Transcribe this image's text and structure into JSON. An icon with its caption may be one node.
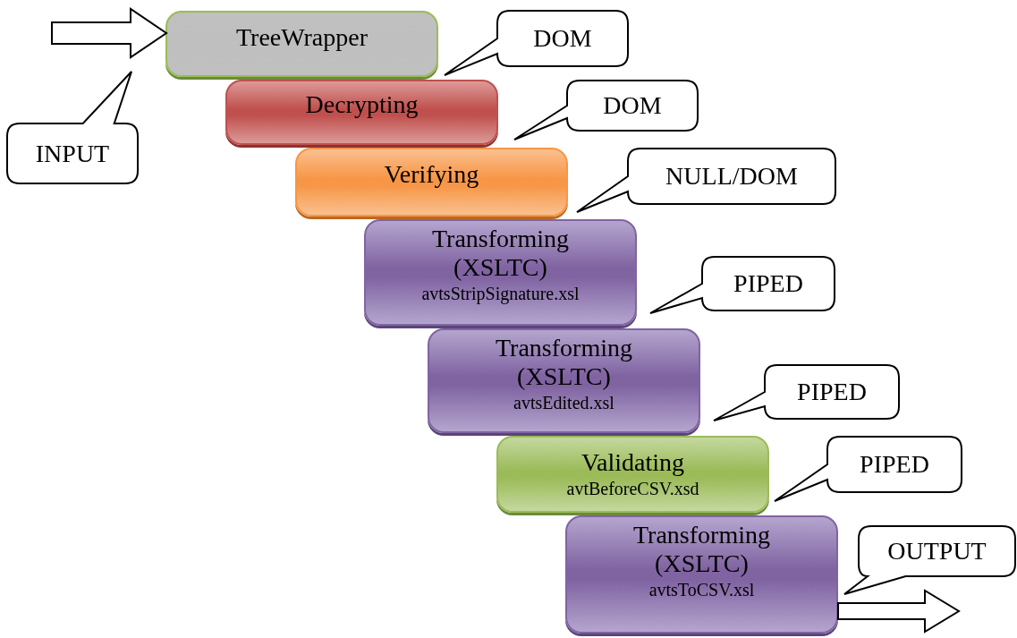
{
  "diagram": {
    "nodes": [
      {
        "text": [
          "TreeWrapper"
        ]
      },
      {
        "text": [
          "Decrypting"
        ]
      },
      {
        "text": [
          "Verifying"
        ]
      },
      {
        "text": [
          "Transforming (XSLTC)",
          "avtsStripSignature.xsl"
        ]
      },
      {
        "text": [
          "Transforming (XSLTC)",
          "avtsEdited.xsl"
        ]
      },
      {
        "text": [
          "Validating",
          "avtBeforeCSV.xsd"
        ]
      },
      {
        "text": [
          "Transforming (XSLTC)",
          "avtsToCSV.xsl"
        ]
      },
      {
        "text": [
          "INPUT"
        ]
      },
      {
        "text": [
          "DOM"
        ]
      },
      {
        "text": [
          "DOM"
        ]
      },
      {
        "text": [
          "NULL/DOM"
        ]
      },
      {
        "text": [
          "PIPED"
        ]
      },
      {
        "text": [
          "PIPED"
        ]
      },
      {
        "text": [
          "PIPED"
        ]
      },
      {
        "text": [
          "OUTPUT"
        ]
      }
    ],
    "edges": [
      {
        "from": null,
        "to": 0,
        "arrow": "to"
      },
      {
        "from": 6,
        "to": null,
        "arrow": "to"
      }
    ]
  }
}
